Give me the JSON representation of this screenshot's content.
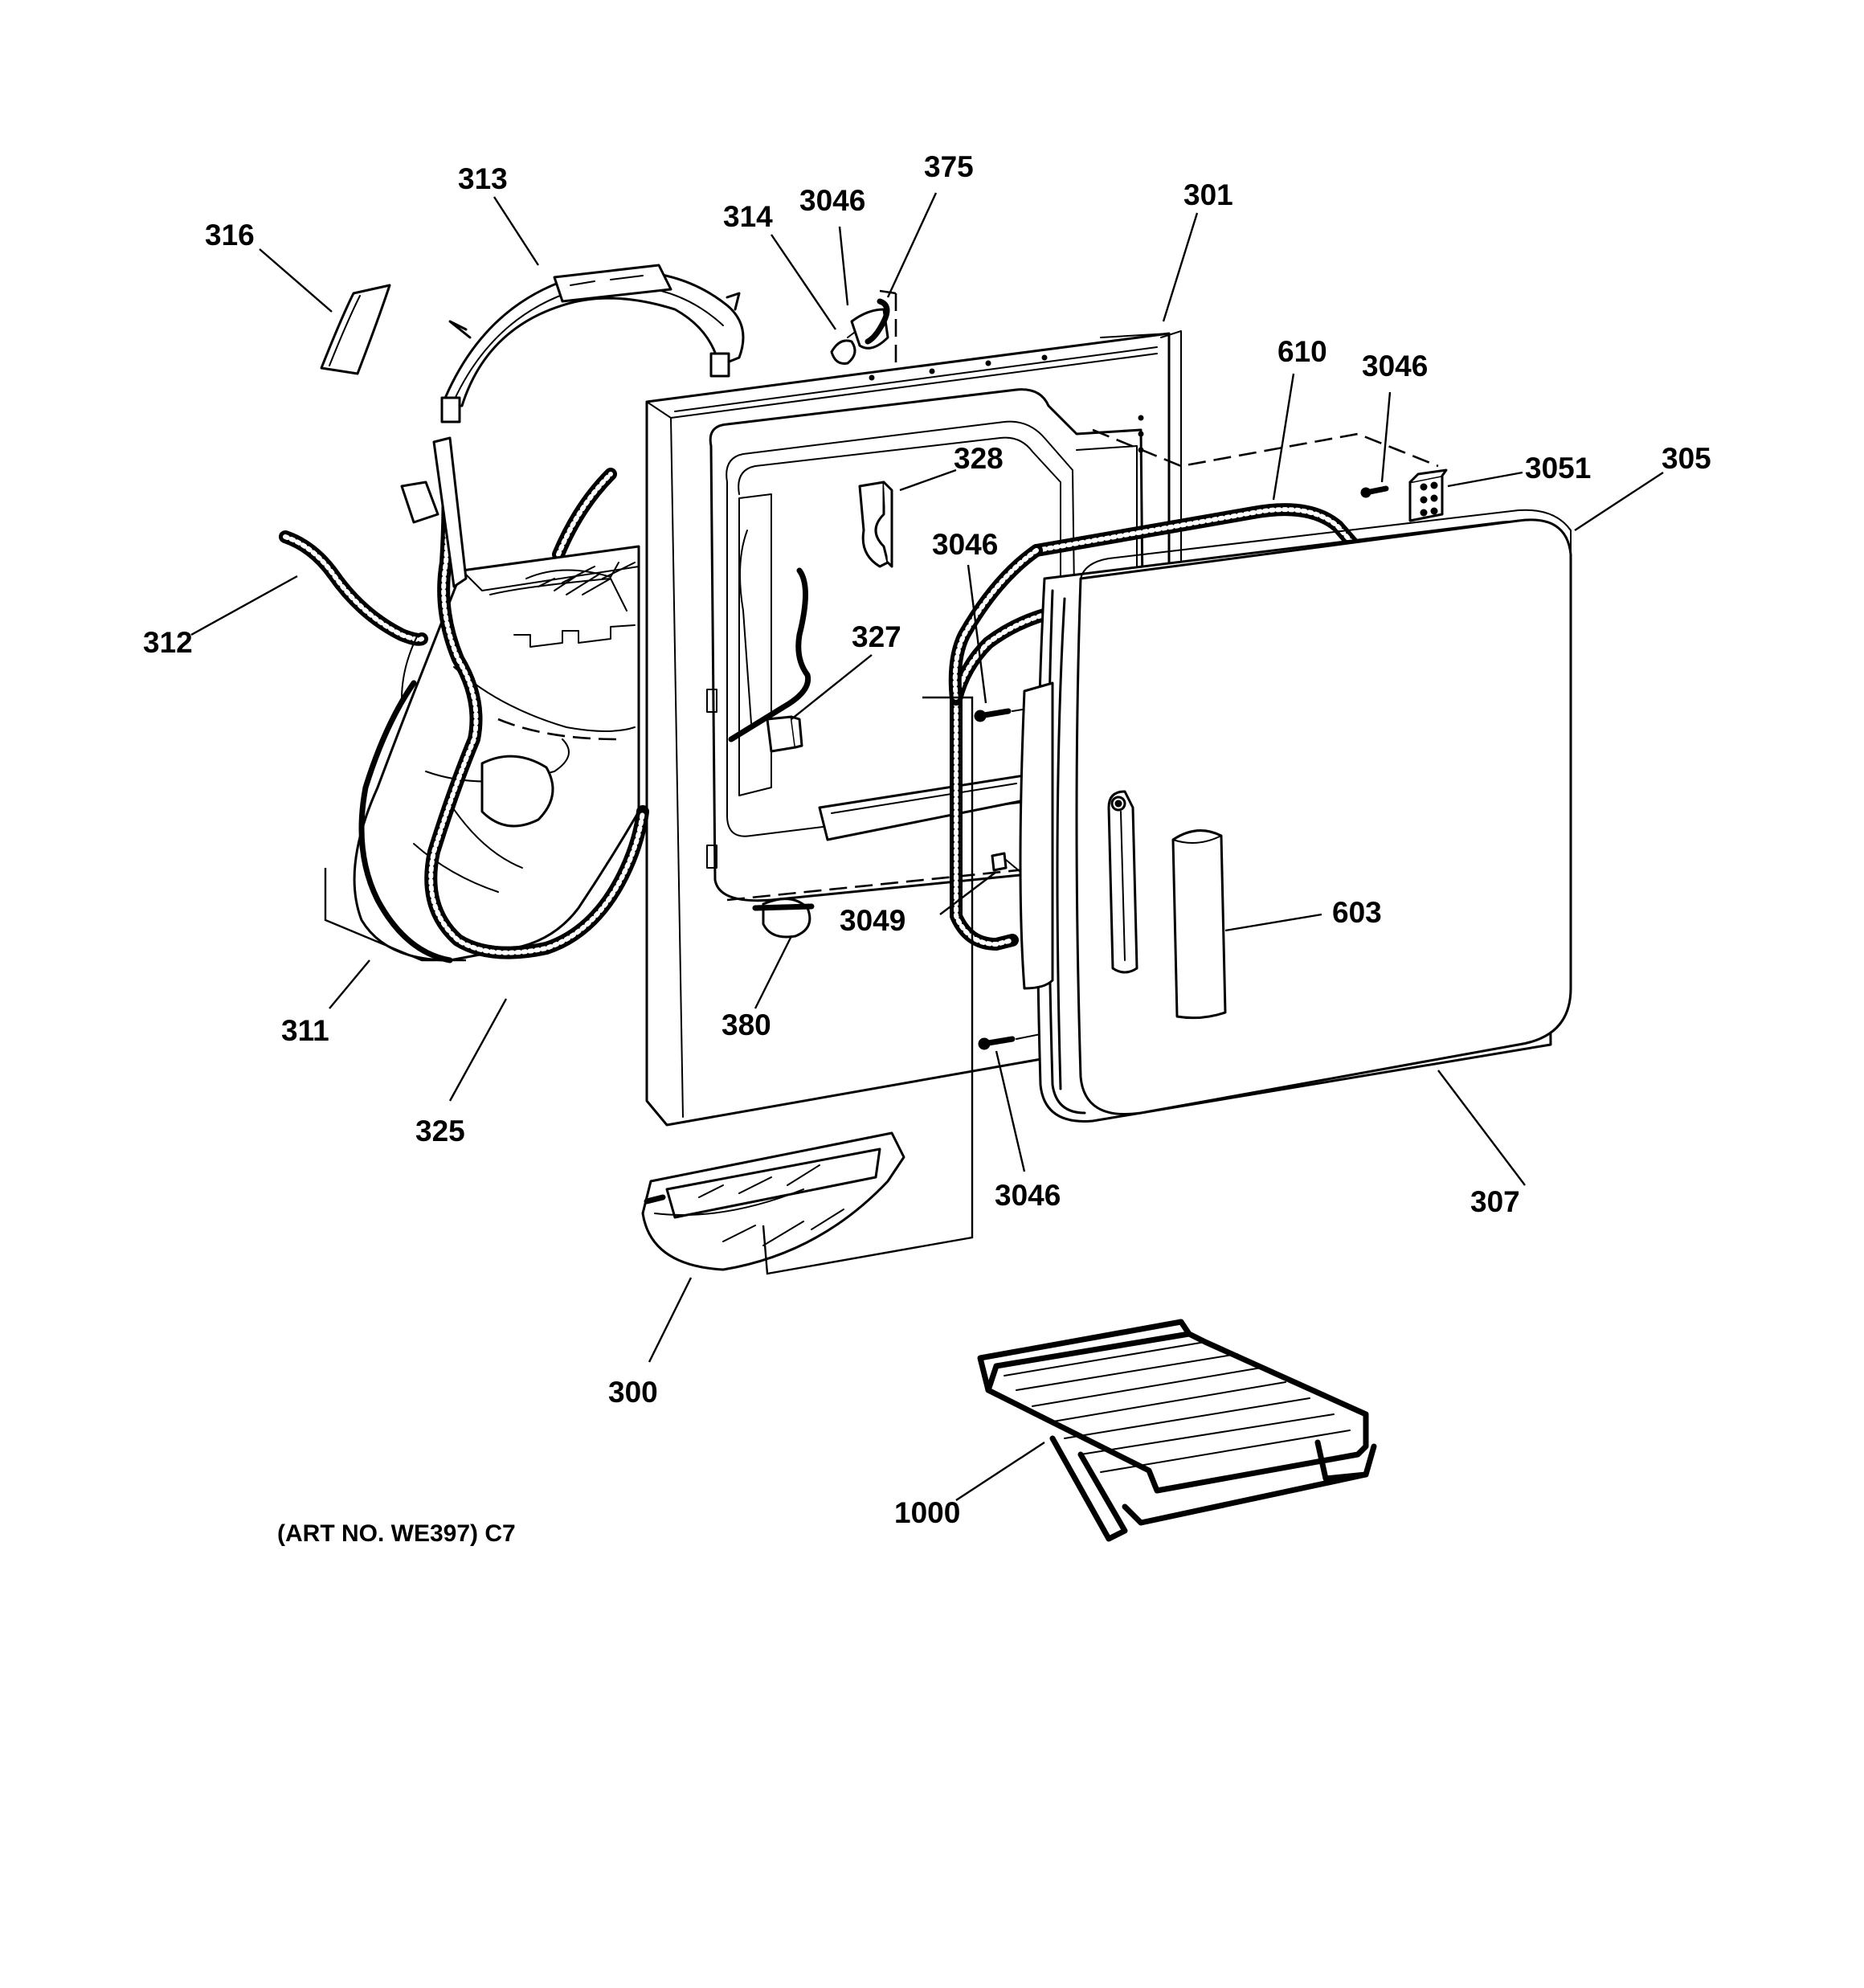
{
  "diagram": {
    "callouts": [
      {
        "id": "316",
        "label": "316"
      },
      {
        "id": "313",
        "label": "313"
      },
      {
        "id": "314",
        "label": "314"
      },
      {
        "id": "3046a",
        "label": "3046"
      },
      {
        "id": "375",
        "label": "375"
      },
      {
        "id": "301",
        "label": "301"
      },
      {
        "id": "610",
        "label": "610"
      },
      {
        "id": "3046b",
        "label": "3046"
      },
      {
        "id": "328",
        "label": "328"
      },
      {
        "id": "3051",
        "label": "3051"
      },
      {
        "id": "305",
        "label": "305"
      },
      {
        "id": "3046c",
        "label": "3046"
      },
      {
        "id": "312",
        "label": "312"
      },
      {
        "id": "327",
        "label": "327"
      },
      {
        "id": "603",
        "label": "603"
      },
      {
        "id": "3049",
        "label": "3049"
      },
      {
        "id": "311",
        "label": "311"
      },
      {
        "id": "380",
        "label": "380"
      },
      {
        "id": "325",
        "label": "325"
      },
      {
        "id": "3046d",
        "label": "3046"
      },
      {
        "id": "307",
        "label": "307"
      },
      {
        "id": "300",
        "label": "300"
      },
      {
        "id": "1000",
        "label": "1000"
      }
    ],
    "art_number": "(ART NO. WE397) C7"
  }
}
